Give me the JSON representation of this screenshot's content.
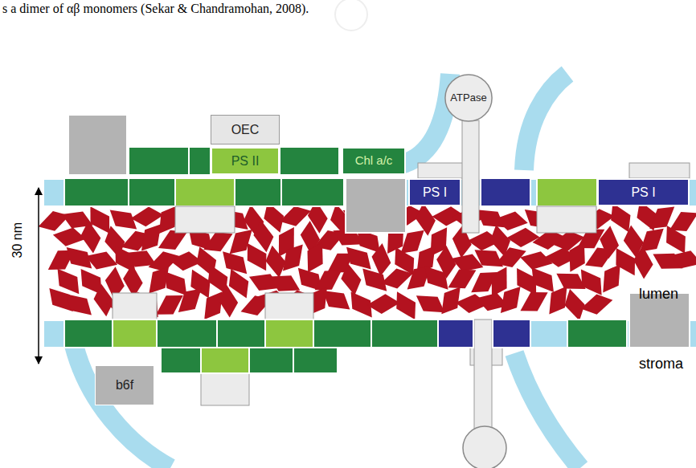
{
  "diagram": {
    "nodes": [
      {
        "text": [
          "OEC"
        ]
      },
      {
        "text": [
          "PS II"
        ]
      },
      {
        "text": [
          "Chl a/c"
        ]
      },
      {
        "text": [
          "ATPase"
        ]
      },
      {
        "text": [
          "PS I"
        ]
      },
      {
        "text": [
          "PS I"
        ]
      },
      {
        "text": [
          "b6f"
        ]
      }
    ],
    "labels": [
      "s a dimer of αβ monomers (Sekar & Chandramohan, 2008).",
      "30 nm",
      "lumen",
      "stroma"
    ]
  }
}
